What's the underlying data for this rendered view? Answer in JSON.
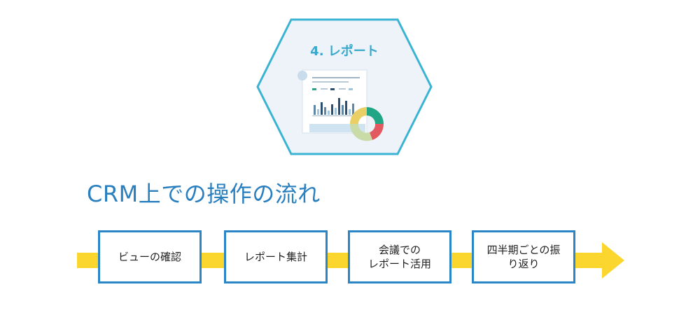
{
  "badge": {
    "label": "4. レポート",
    "icon": "report-document-icon"
  },
  "title": "CRM上での操作の流れ",
  "steps": [
    {
      "lines": [
        "ビューの確認"
      ]
    },
    {
      "lines": [
        "レポート集計"
      ]
    },
    {
      "lines": [
        "会議での",
        "レポート活用"
      ]
    },
    {
      "lines": [
        "四半期ごとの振",
        "り返り"
      ]
    }
  ],
  "colors": {
    "hex_border": "#3bb3d3",
    "hex_fill": "#edf3f8",
    "badge_text": "#3aa8cc",
    "title": "#2a7fbf",
    "arrow": "#fad62f",
    "step_border": "#2a86c7"
  }
}
